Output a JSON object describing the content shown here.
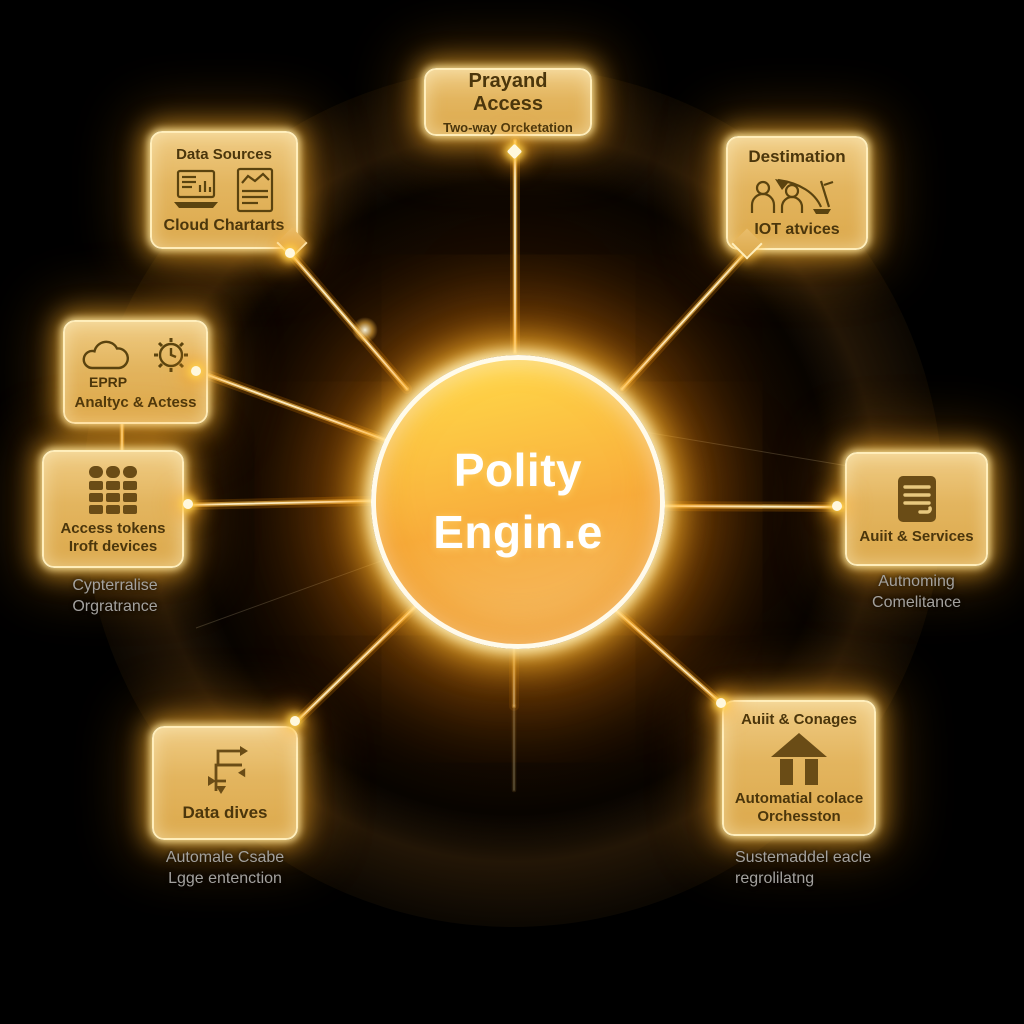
{
  "diagram_title": "Policy engine hub diagram",
  "colors": {
    "background": "#000000",
    "line_glow": "#ffc550",
    "line_core": "#fff3cf",
    "box_fill_top": "#f0cc84",
    "box_fill_bottom": "#dca94c",
    "box_border": "#ffeebb",
    "box_text": "#4b360c",
    "caption_text": "#a3a19e",
    "center_fill_top": "#ffd748",
    "center_fill_bottom": "#f3bd6e",
    "center_text": "#ffffff"
  },
  "center": {
    "line1": "Polity",
    "line2": "Engin.e"
  },
  "nodes": {
    "top": {
      "title": "Prayand Access",
      "subtitle": "Two-way Orcketation"
    },
    "top_left": {
      "title": "Data Sources",
      "label": "Cloud Chartarts",
      "icons": [
        "laptop-chart-icon",
        "document-chart-icon"
      ]
    },
    "left_upper": {
      "icon_label": "EPRP",
      "label": "Analtyc & Actess",
      "icons": [
        "cloud-icon",
        "gear-clock-icon"
      ]
    },
    "left": {
      "line1": "Access tokens",
      "line2": "Iroft devices",
      "icons": [
        "keypad-icon"
      ],
      "caption1": "Cypterralise",
      "caption2": "Orgratrance"
    },
    "bottom_left": {
      "label": "Data dives",
      "icons": [
        "flow-arrows-icon"
      ],
      "caption1": "Automale Csabe",
      "caption2": "Lgge entenction"
    },
    "bottom_right": {
      "title": "Auiit & Conages",
      "line1": "Automatial colace",
      "line2": "Orchesston",
      "icons": [
        "house-icon"
      ],
      "caption1": "Sustemaddel eacle",
      "caption2": "regrolilatng"
    },
    "right": {
      "label": "Auiit & Services",
      "icons": [
        "document-icon"
      ],
      "caption1": "Autnoming",
      "caption2": "Comelitance"
    },
    "top_right": {
      "title": "Destimation",
      "label": "IOT atvices",
      "icons": [
        "people-scale-icon"
      ]
    }
  }
}
